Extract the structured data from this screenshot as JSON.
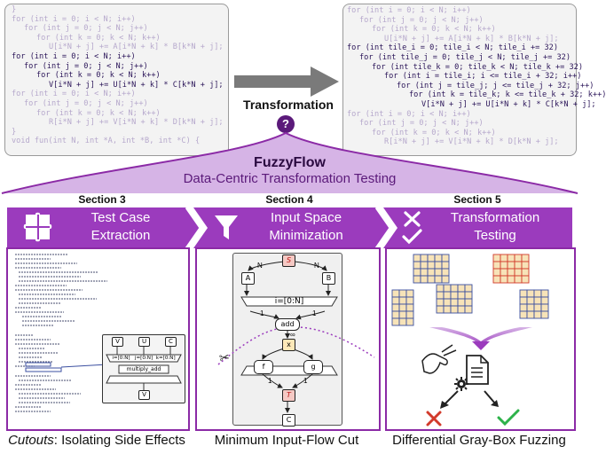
{
  "code_left": {
    "lines": [
      {
        "text": "}",
        "indent": 0,
        "hl": false
      },
      {
        "text": "for (int i = 0; i < N; i++)",
        "indent": 0,
        "hl": false
      },
      {
        "text": "for (int j = 0; j < N; j++)",
        "indent": 1,
        "hl": false
      },
      {
        "text": "for (int k = 0; k < N; k++)",
        "indent": 2,
        "hl": false
      },
      {
        "text": "U[i*N + j] += A[i*N + k] * B[k*N + j];",
        "indent": 3,
        "hl": false
      },
      {
        "text": "for (int i = 0; i < N; i++)",
        "indent": 0,
        "hl": true
      },
      {
        "text": "for (int j = 0; j < N; j++)",
        "indent": 1,
        "hl": true
      },
      {
        "text": "for (int k = 0; k < N; k++)",
        "indent": 2,
        "hl": true
      },
      {
        "text": "V[i*N + j] += U[i*N + k] * C[k*N + j];",
        "indent": 3,
        "hl": true
      },
      {
        "text": "for (int i = 0; i < N; i++)",
        "indent": 0,
        "hl": false
      },
      {
        "text": "for (int j = 0; j < N; j++)",
        "indent": 1,
        "hl": false
      },
      {
        "text": "for (int k = 0; k < N; k++)",
        "indent": 2,
        "hl": false
      },
      {
        "text": "R[i*N + j] += V[i*N + k] * D[k*N + j];",
        "indent": 3,
        "hl": false
      },
      {
        "text": "}",
        "indent": 0,
        "hl": false
      },
      {
        "text": "void fun(int N, int *A, int *B, int *C) {",
        "indent": 0,
        "hl": false
      }
    ]
  },
  "code_right": {
    "lines": [
      {
        "text": "for (int i = 0; i < N; i++)",
        "indent": 0,
        "hl": false
      },
      {
        "text": "for (int j = 0; j < N; j++)",
        "indent": 1,
        "hl": false
      },
      {
        "text": "for (int k = 0; k < N; k++)",
        "indent": 2,
        "hl": false
      },
      {
        "text": "U[i*N + j] += A[i*N + k] * B[k*N + j];",
        "indent": 3,
        "hl": false
      },
      {
        "text": "for (int tile_i = 0; tile_i < N; tile_i += 32)",
        "indent": 0,
        "hl": true
      },
      {
        "text": "for (int tile_j = 0; tile_j < N; tile_j += 32)",
        "indent": 1,
        "hl": true
      },
      {
        "text": "for (int tile_k = 0; tile_k < N; tile_k += 32)",
        "indent": 2,
        "hl": true
      },
      {
        "text": "for (int i = tile_i; i <= tile_i + 32; i++)",
        "indent": 3,
        "hl": true
      },
      {
        "text": "for (int j = tile_j; j <= tile_j + 32; j++)",
        "indent": 4,
        "hl": true
      },
      {
        "text": "for (int k = tile_k; k <= tile_k + 32; k++)",
        "indent": 5,
        "hl": true
      },
      {
        "text": "V[i*N + j] += U[i*N + k] * C[k*N + j];",
        "indent": 6,
        "hl": true
      },
      {
        "text": "for (int i = 0; i < N; i++)",
        "indent": 0,
        "hl": false
      },
      {
        "text": "for (int j = 0; j < N; j++)",
        "indent": 1,
        "hl": false
      },
      {
        "text": "for (int k = 0; k < N; k++)",
        "indent": 2,
        "hl": false
      },
      {
        "text": "R[i*N + j] += V[i*N + k] * D[k*N + j];",
        "indent": 3,
        "hl": false
      }
    ]
  },
  "transformation_label": "Transformation",
  "question_mark": "?",
  "header": {
    "title": "FuzzyFlow",
    "subtitle": "Data-Centric Transformation Testing"
  },
  "sections": [
    {
      "heading": "Section 3",
      "band": [
        "Test Case",
        "Extraction"
      ],
      "icon": "puzzle-icon",
      "caption_italic": "Cutouts",
      "caption_rest": ": Isolating Side Effects"
    },
    {
      "heading": "Section 4",
      "band": [
        "Input Space",
        "Minimization"
      ],
      "icon": "funnel-icon",
      "caption_italic": "",
      "caption_rest": "Minimum Input-Flow Cut"
    },
    {
      "heading": "Section 5",
      "band": [
        "Transformation",
        "Testing"
      ],
      "icon": "check-cross-icon",
      "caption_italic": "",
      "caption_rest": "Differential Gray-Box Fuzzing"
    }
  ],
  "panel1": {
    "nodes": {
      "v": "V",
      "u": "U",
      "c": "C",
      "out": "V"
    },
    "map_range": "i=[0:N]   j=[0:N]  k=[0:N]",
    "tasklet": "multiply_add"
  },
  "panel2": {
    "nodes": {
      "s": "S",
      "a": "A",
      "b": "B",
      "add": "add",
      "x": "x",
      "f": "f",
      "g": "g",
      "t": "T",
      "c": "C"
    },
    "map_range": "i=[0:N]",
    "edge_labels": {
      "n1": "N",
      "n2": "N",
      "one1": "1",
      "one2": "1",
      "one3": "1",
      "one4": "1",
      "inf": "∞"
    }
  },
  "colors": {
    "purple_dark": "#5b1a7a",
    "purple_band": "#9b3bbd",
    "purple_light": "#d6b4e6",
    "panel_border": "#8b2aa6",
    "red": "#d23a2b",
    "green": "#2db24a"
  }
}
